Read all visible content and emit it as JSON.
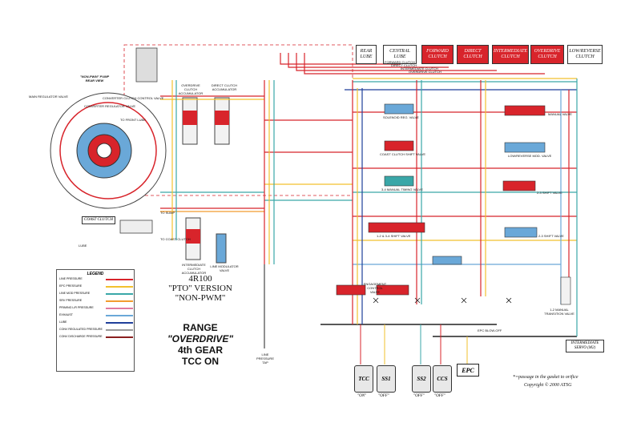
{
  "header_boxes": [
    {
      "label": "REAR LUBE",
      "style": "white"
    },
    {
      "label": "CENTRAL LUBE",
      "style": "white"
    },
    {
      "label": "FORWARD CLUTCH",
      "style": "red"
    },
    {
      "label": "DIRECT CLUTCH",
      "style": "red"
    },
    {
      "label": "INTERMEDIATE CLUTCH",
      "style": "red"
    },
    {
      "label": "OVERDRIVE CLUTCH",
      "style": "red"
    },
    {
      "label": "LOW/REVERSE CLUTCH",
      "style": "white"
    }
  ],
  "clutch_feed_labels": [
    "FORWARD CLUTCH",
    "DIRECT CLUTCH",
    "INTERMEDIATE CLUTCH",
    "OVERDRIVE CLUTCH"
  ],
  "pump": {
    "title": "\"NON-PWM\" PUMP REAR VIEW",
    "labels": [
      "MAIN REGULATOR VALVE",
      "CONVERTER REGULATOR VALVE",
      "CONVERTER CLUTCH CONTROL VALVE",
      "TO FRONT LUBE",
      "TO SUMP",
      "TO COAST CLUTCH",
      "LUBE"
    ],
    "coast_clutch": "COAST CLUTCH"
  },
  "accumulators": [
    "OVERDRIVE CLUTCH ACCUMULATOR",
    "DIRECT CLUTCH ACCUMULATOR",
    "INTERMEDIATE CLUTCH ACCUMULATOR",
    "LINE MODULATOR VALVE"
  ],
  "valves": [
    "SOLENOID REG. VALVE",
    "COAST CLUTCH SHIFT VALVE",
    "3-4 MANUAL TIMING VALVE",
    "1-2 & 3-4 SHIFT VALVE",
    "ENGAGEMENT CONTROL VALVE",
    "MANUAL VALVE",
    "LOW/REVERSE MOD. VALVE",
    "2-3 SHIFT VALVE",
    "2-3 SHIFT VALVE",
    "1-2 MANUAL TRANSITION VALVE",
    "EPC BLOW-OFF",
    "LINE PRESSURE TAP"
  ],
  "legend": {
    "title": "LEGEND",
    "rows": [
      {
        "label": "LINE PRESSURE",
        "color": "#d8242b"
      },
      {
        "label": "EPC PRESSURE",
        "color": "#f2c12e"
      },
      {
        "label": "LINE MOD PRESSURE",
        "color": "#3aa7a8"
      },
      {
        "label": "SRV PRESSURE",
        "color": "#f29b2e"
      },
      {
        "label": "PRIMING L/R PRESSURE",
        "color": "#e07aa0"
      },
      {
        "label": "EXHAUST",
        "color": "#6aa8d8"
      },
      {
        "label": "LUBE",
        "color": "#1f3f9a"
      },
      {
        "label": "CONV REGULATED PRESSURE",
        "color": "#9a9a9a"
      },
      {
        "label": "CONV DISCHARGE PRESSURE",
        "color": "#8a1f1f"
      }
    ]
  },
  "title": {
    "model": "4R100",
    "version": "\"PTO\" VERSION",
    "pwm": "\"NON-PWM\""
  },
  "range": {
    "label": "RANGE",
    "value": "\"OVERDRIVE\"",
    "gear": "4th GEAR",
    "tcc": "TCC ON"
  },
  "solenoids": [
    {
      "name": "TCC",
      "state": "\"ON\""
    },
    {
      "name": "SS1",
      "state": "\"OFF\""
    },
    {
      "name": "SS2",
      "state": "\"OFF\""
    },
    {
      "name": "CCS",
      "state": "\"OFF\""
    }
  ],
  "epc_label": "EPC",
  "intermediate_servo": "INTERMEDIATE SERVO (M2)",
  "notes": {
    "passage": "*=passage in the gasket to orifice",
    "copyright": "Copyright © 2000 ATSG"
  }
}
